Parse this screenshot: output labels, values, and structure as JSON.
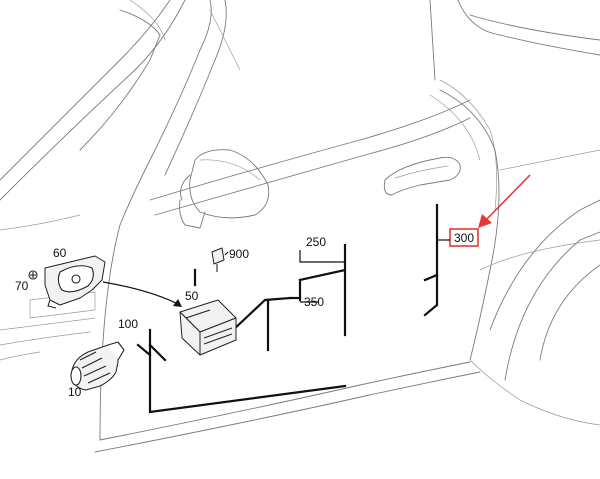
{
  "callouts": {
    "c10": "10",
    "c50": "50",
    "c60": "60",
    "c70": "70",
    "c100": "100",
    "c250": "250",
    "c300": "300",
    "c350": "350",
    "c900": "900"
  },
  "highlight": {
    "label": "300",
    "color": "#e53935"
  }
}
